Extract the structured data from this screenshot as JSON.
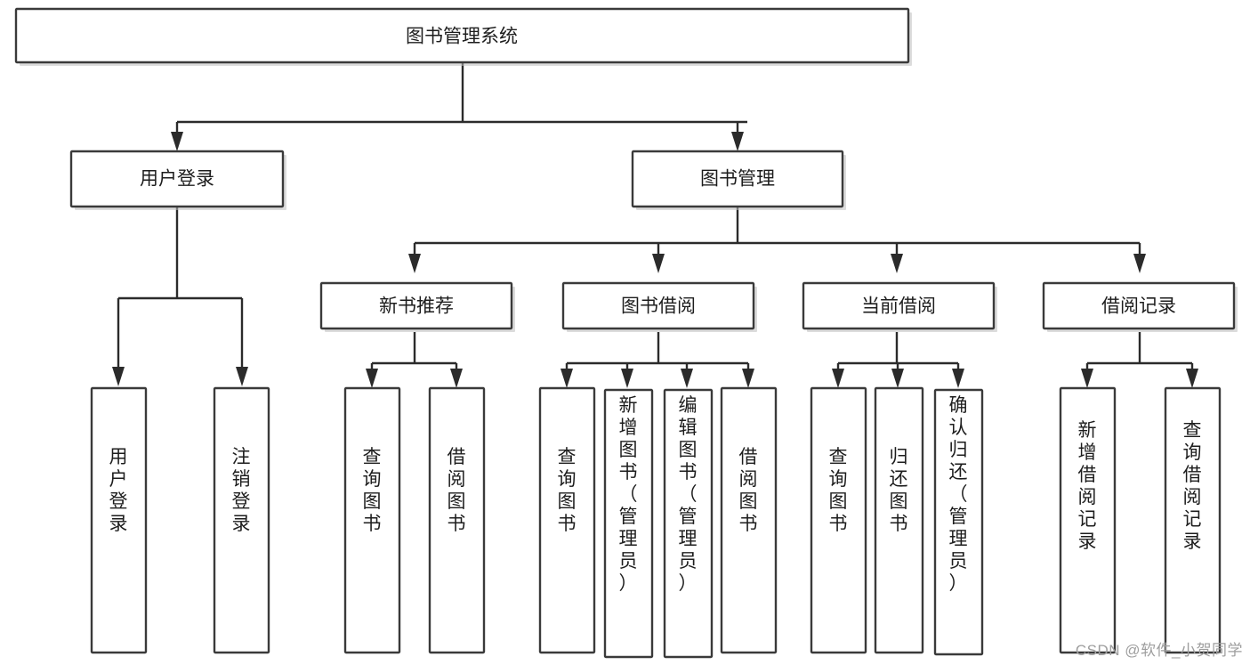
{
  "diagram": {
    "type": "tree",
    "title": "图书管理系统",
    "orientation": "top-down",
    "watermark": "CSDN @软件_小贺同学",
    "colors": {
      "background": "#ffffff",
      "node_fill": "#ffffff",
      "node_stroke": "#3a3a3a",
      "edge": "#2b2b2b",
      "text": "#1d1d1d",
      "watermark": "#9e9e9e"
    },
    "levels": 3,
    "nodes": {
      "root": {
        "id": "root",
        "label": "图书管理系统",
        "level": 0,
        "text_orientation": "horizontal"
      },
      "level1": [
        {
          "id": "user-login",
          "label": "用户登录",
          "level": 1,
          "text_orientation": "horizontal",
          "parent": "root"
        },
        {
          "id": "book-manage",
          "label": "图书管理",
          "level": 1,
          "text_orientation": "horizontal",
          "parent": "root"
        }
      ],
      "level2": [
        {
          "id": "new-book-recommend",
          "label": "新书推荐",
          "level": 2,
          "text_orientation": "horizontal",
          "parent": "book-manage"
        },
        {
          "id": "book-borrow",
          "label": "图书借阅",
          "level": 2,
          "text_orientation": "horizontal",
          "parent": "book-manage"
        },
        {
          "id": "current-borrow",
          "label": "当前借阅",
          "level": 2,
          "text_orientation": "horizontal",
          "parent": "book-manage"
        },
        {
          "id": "borrow-record",
          "label": "借阅记录",
          "level": 2,
          "text_orientation": "horizontal",
          "parent": "book-manage"
        }
      ],
      "leaves": [
        {
          "id": "leaf-user-login",
          "label": "用户登录",
          "parent": "user-login",
          "text_orientation": "vertical"
        },
        {
          "id": "leaf-logout-login",
          "label": "注销登录",
          "parent": "user-login",
          "text_orientation": "vertical"
        },
        {
          "id": "leaf-query-book-1",
          "label": "查询图书",
          "parent": "new-book-recommend",
          "text_orientation": "vertical"
        },
        {
          "id": "leaf-borrow-book-1",
          "label": "借阅图书",
          "parent": "new-book-recommend",
          "text_orientation": "vertical"
        },
        {
          "id": "leaf-query-book-2",
          "label": "查询图书",
          "parent": "book-borrow",
          "text_orientation": "vertical"
        },
        {
          "id": "leaf-add-book-admin",
          "label": "新增图书（管理员）",
          "parent": "book-borrow",
          "text_orientation": "vertical"
        },
        {
          "id": "leaf-edit-book-admin",
          "label": "编辑图书（管理员）",
          "parent": "book-borrow",
          "text_orientation": "vertical"
        },
        {
          "id": "leaf-borrow-book-2",
          "label": "借阅图书",
          "parent": "book-borrow",
          "text_orientation": "vertical"
        },
        {
          "id": "leaf-query-book-3",
          "label": "查询图书",
          "parent": "current-borrow",
          "text_orientation": "vertical"
        },
        {
          "id": "leaf-return-book",
          "label": "归还图书",
          "parent": "current-borrow",
          "text_orientation": "vertical"
        },
        {
          "id": "leaf-confirm-return-admin",
          "label": "确认归还（管理员）",
          "parent": "current-borrow",
          "text_orientation": "vertical"
        },
        {
          "id": "leaf-add-borrow-record",
          "label": "新增借阅记录",
          "parent": "borrow-record",
          "text_orientation": "vertical"
        },
        {
          "id": "leaf-query-borrow-record",
          "label": "查询借阅记录",
          "parent": "borrow-record",
          "text_orientation": "vertical"
        }
      ]
    }
  }
}
